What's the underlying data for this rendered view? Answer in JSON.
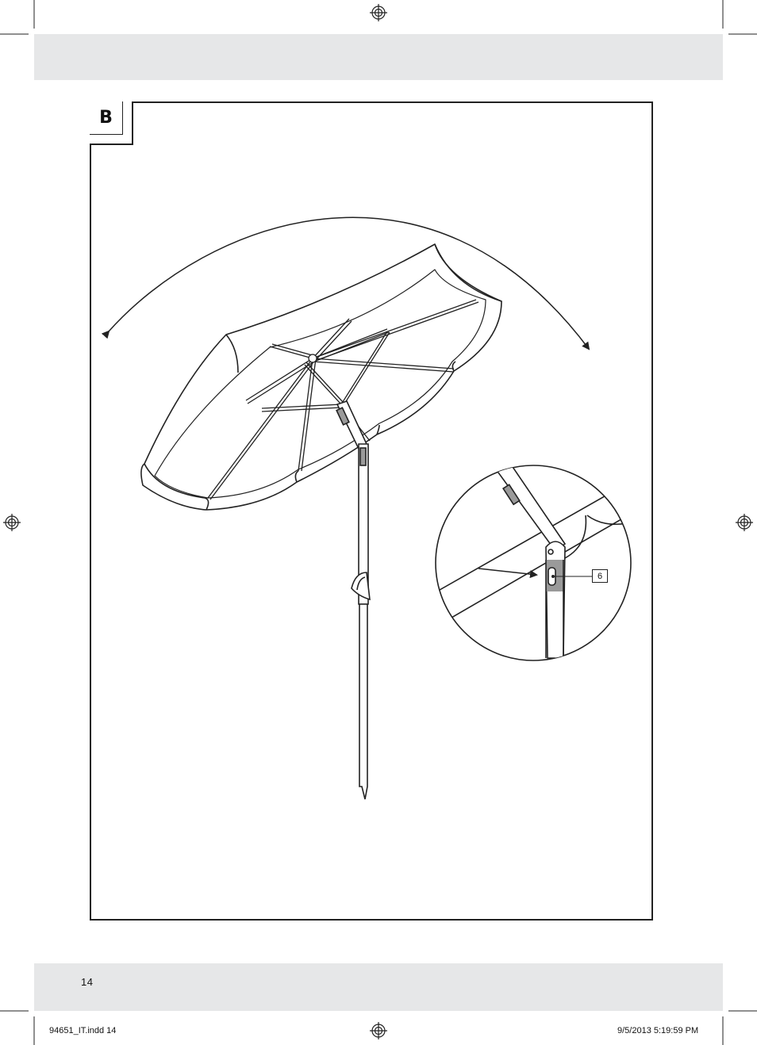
{
  "figure": {
    "badge_letter": "B"
  },
  "callouts": [
    {
      "label": "6"
    }
  ],
  "footer": {
    "page_number": "14",
    "slug_file": "94651_IT.indd   14",
    "slug_date": "9/5/2013   5:19:59 PM"
  },
  "icons": [
    "registration-mark-icon",
    "crop-mark-icon"
  ],
  "colors": {
    "band": "#e6e7e8",
    "line": "#222222",
    "shade": "#9a9a9a"
  }
}
